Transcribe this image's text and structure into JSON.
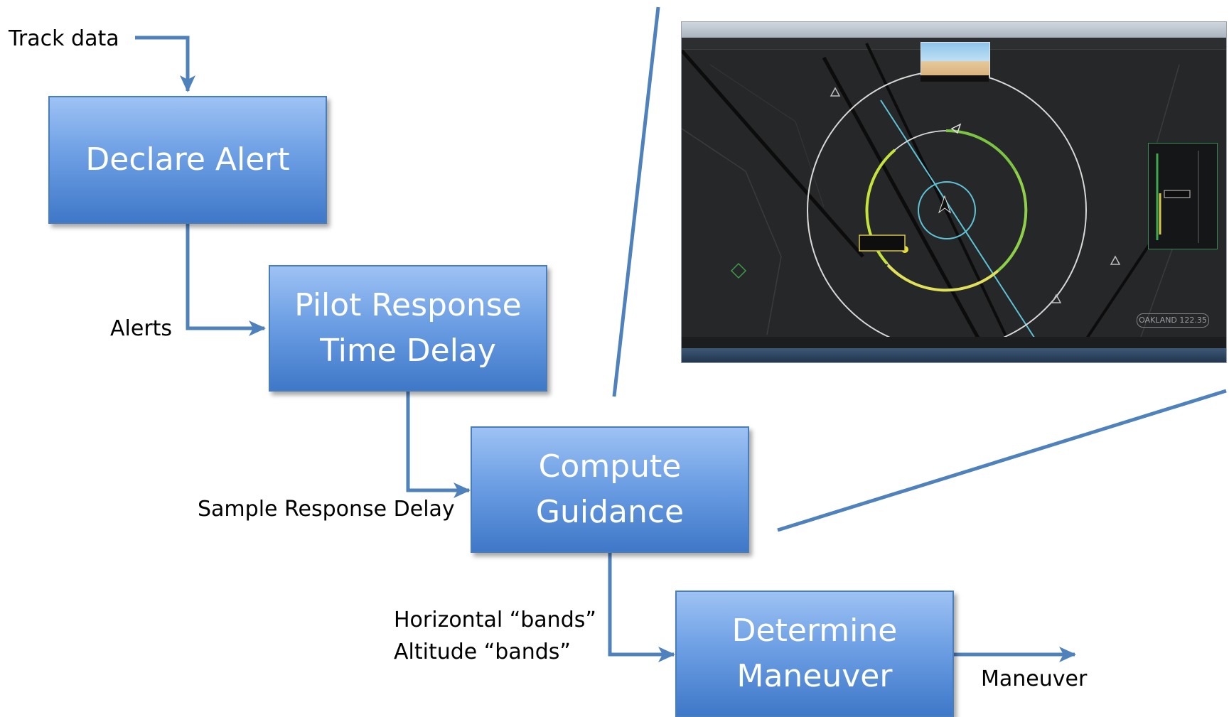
{
  "title": "",
  "boxes": {
    "declare_alert": [
      "Declare Alert"
    ],
    "pilot_response": [
      "Pilot Response",
      "Time Delay"
    ],
    "compute_guidance": [
      "Compute",
      "Guidance"
    ],
    "determine_maneuver": [
      "Determine",
      "Maneuver"
    ]
  },
  "labels": {
    "track_data": "Track data",
    "alerts": "Alerts",
    "sample_response_delay": "Sample Response Delay",
    "horizontal_bands": "Horizontal “bands”",
    "altitude_bands": "Altitude “bands”",
    "maneuver": "Maneuver"
  },
  "screenshot": {
    "frequency_label": "OAKLAND 122.35"
  },
  "colors": {
    "box_top": "#9ec2f4",
    "box_bottom": "#3f78c8",
    "box_border": "#4a7ebb",
    "arrow": "#4f81bd",
    "radar_background": "#262728",
    "band_yellow_green": "#c6e23c",
    "track_cyan": "#5fc3d8"
  }
}
